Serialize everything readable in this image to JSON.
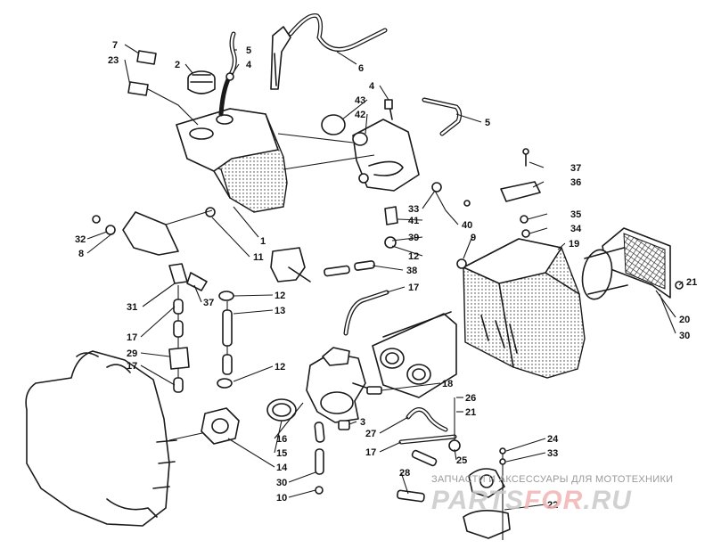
{
  "diagram": {
    "callouts": [
      {
        "id": "c7",
        "text": "7"
      },
      {
        "id": "c23",
        "text": "23"
      },
      {
        "id": "c2",
        "text": "2"
      },
      {
        "id": "c5a",
        "text": "5"
      },
      {
        "id": "c4a",
        "text": "4"
      },
      {
        "id": "c6",
        "text": "6"
      },
      {
        "id": "c4b",
        "text": "4"
      },
      {
        "id": "c43",
        "text": "43"
      },
      {
        "id": "c42",
        "text": "42"
      },
      {
        "id": "c5b",
        "text": "5"
      },
      {
        "id": "c37a",
        "text": "37"
      },
      {
        "id": "c36",
        "text": "36"
      },
      {
        "id": "c33a",
        "text": "33"
      },
      {
        "id": "c41",
        "text": "41"
      },
      {
        "id": "c40",
        "text": "40"
      },
      {
        "id": "c35",
        "text": "35"
      },
      {
        "id": "c34",
        "text": "34"
      },
      {
        "id": "c9",
        "text": "9"
      },
      {
        "id": "c39",
        "text": "39"
      },
      {
        "id": "c12a",
        "text": "12"
      },
      {
        "id": "c19",
        "text": "19"
      },
      {
        "id": "c1",
        "text": "1"
      },
      {
        "id": "c11",
        "text": "11"
      },
      {
        "id": "c38",
        "text": "38"
      },
      {
        "id": "c32",
        "text": "32"
      },
      {
        "id": "c8",
        "text": "8"
      },
      {
        "id": "c21a",
        "text": "21"
      },
      {
        "id": "c20",
        "text": "20"
      },
      {
        "id": "c30a",
        "text": "30"
      },
      {
        "id": "c17a",
        "text": "17"
      },
      {
        "id": "c12b",
        "text": "12"
      },
      {
        "id": "c13",
        "text": "13"
      },
      {
        "id": "c31",
        "text": "31"
      },
      {
        "id": "c37b",
        "text": "37"
      },
      {
        "id": "c17b",
        "text": "17"
      },
      {
        "id": "c29",
        "text": "29"
      },
      {
        "id": "c17c",
        "text": "17"
      },
      {
        "id": "c12c",
        "text": "12"
      },
      {
        "id": "c18",
        "text": "18"
      },
      {
        "id": "c26",
        "text": "26"
      },
      {
        "id": "c21b",
        "text": "21"
      },
      {
        "id": "c3",
        "text": "3"
      },
      {
        "id": "c27",
        "text": "27"
      },
      {
        "id": "c16",
        "text": "16"
      },
      {
        "id": "c15",
        "text": "15"
      },
      {
        "id": "c17d",
        "text": "17"
      },
      {
        "id": "c25",
        "text": "25"
      },
      {
        "id": "c24",
        "text": "24"
      },
      {
        "id": "c33b",
        "text": "33"
      },
      {
        "id": "c14",
        "text": "14"
      },
      {
        "id": "c28",
        "text": "28"
      },
      {
        "id": "c30b",
        "text": "30"
      },
      {
        "id": "c10",
        "text": "10"
      },
      {
        "id": "c22",
        "text": "22"
      }
    ]
  },
  "watermark": {
    "line1": "ЗАПЧАСТИ И АКСЕССУАРЫ ДЛЯ МОТОТЕХНИКИ",
    "brand_a": "PARTS",
    "brand_b": "FOR",
    "brand_c": ".RU"
  },
  "colors": {
    "ink": "#1a1a1a",
    "watermark_gray": "#c9c9c9",
    "watermark_accent": "#f2b3b3"
  }
}
